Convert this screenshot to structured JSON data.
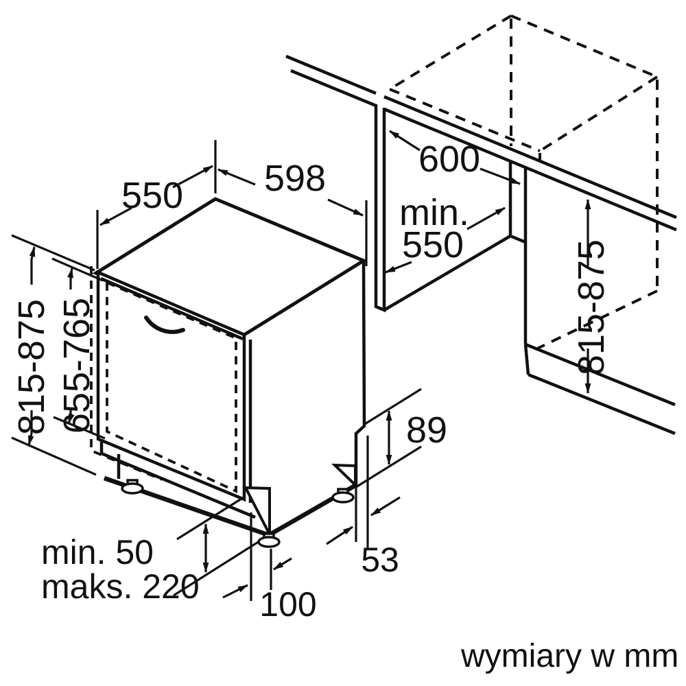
{
  "diagram": {
    "title_note": "wymiary w mm",
    "colors": {
      "line": "#111111",
      "background": "#ffffff"
    },
    "appliance": "built-in dishwasher installation drawing",
    "dimensions": {
      "top_depth": "550",
      "top_width": "598",
      "niche_width": "600",
      "niche_depth_line1": "min.",
      "niche_depth_line2": "550",
      "appliance_height_range": "815-875",
      "door_panel_height_range": "655-765",
      "niche_height_range": "815-875",
      "rear_step_height": "89",
      "rear_offset": "53",
      "plinth_recess": "100",
      "foot_adjust_min": "min. 50",
      "foot_adjust_max": "maks. 220"
    }
  }
}
